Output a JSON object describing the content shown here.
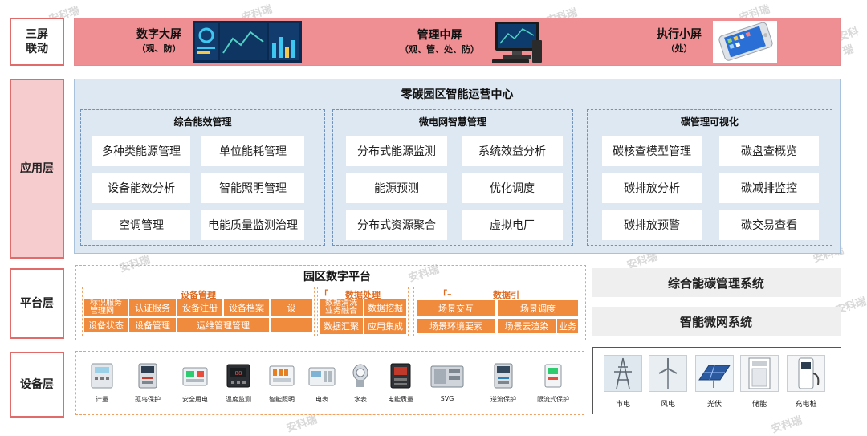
{
  "layers": {
    "screens": "三屏\n联动",
    "application": "应用层",
    "platform": "平台层",
    "device": "设备层"
  },
  "screens": [
    {
      "title": "数字大屏",
      "sub": "（观、防）",
      "icon": "dashboard-screenshot"
    },
    {
      "title": "管理中屏",
      "sub": "（观、管、处、防）",
      "icon": "desktop-monitor"
    },
    {
      "title": "执行小屏",
      "sub": "（处）",
      "icon": "smartphone"
    }
  ],
  "app": {
    "title": "零碳园区智能运营中心",
    "modules": [
      {
        "title": "综合能效管理",
        "items": [
          "多种类能源管理",
          "单位能耗管理",
          "设备能效分析",
          "智能照明管理",
          "空调管理",
          "电能质量监测治理"
        ]
      },
      {
        "title": "微电网智慧管理",
        "items": [
          "分布式能源监测",
          "系统效益分析",
          "能源预测",
          "优化调度",
          "分布式资源聚合",
          "虚拟电厂"
        ]
      },
      {
        "title": "碳管理可视化",
        "items": [
          "碳核查模型管理",
          "碳盘查概览",
          "碳排放分析",
          "碳减排监控",
          "碳排放预警",
          "碳交易查看"
        ]
      }
    ]
  },
  "platform": {
    "title": "园区数字平台",
    "device_mgmt": {
      "title": "设备管理",
      "chips": [
        "标识服务\n管理网",
        "认证服务",
        "设备注册",
        "设备档案",
        "设"
      ],
      "row3": [
        "设备状态",
        "设备管理",
        "运维管理管理"
      ]
    },
    "data_proc": {
      "marker": "「",
      "title": "数据处理",
      "chips": [
        "数据清洗\n业务融合",
        "数据挖掘",
        "数据汇聚",
        "应用集成"
      ]
    },
    "data_guide": {
      "marker": "「–",
      "title": "数据引",
      "chips": [
        "场景交互",
        "场景调度",
        "场景环境要素",
        "场景云渲染",
        "业务"
      ]
    },
    "systems": [
      "综合能碳管理系统",
      "智能微网系统"
    ]
  },
  "devices": [
    "计量",
    "孤岛保护",
    "安全用电",
    "温度监测",
    "智能照明",
    "电表",
    "水表",
    "电能质量",
    "SVG",
    "逆流保护",
    "限流式保护"
  ],
  "energy": [
    {
      "label": "市电",
      "icon": "power-tower"
    },
    {
      "label": "风电",
      "icon": "wind-turbine"
    },
    {
      "label": "光伏",
      "icon": "solar-panel"
    },
    {
      "label": "储能",
      "icon": "battery-cabinet"
    },
    {
      "label": "充电桩",
      "icon": "ev-charger"
    }
  ],
  "watermark": "安科瑞",
  "colors": {
    "band": "#f08f93",
    "label_border": "#e06b6b",
    "panel": "#dde8f3",
    "orange": "#f08a3c"
  }
}
